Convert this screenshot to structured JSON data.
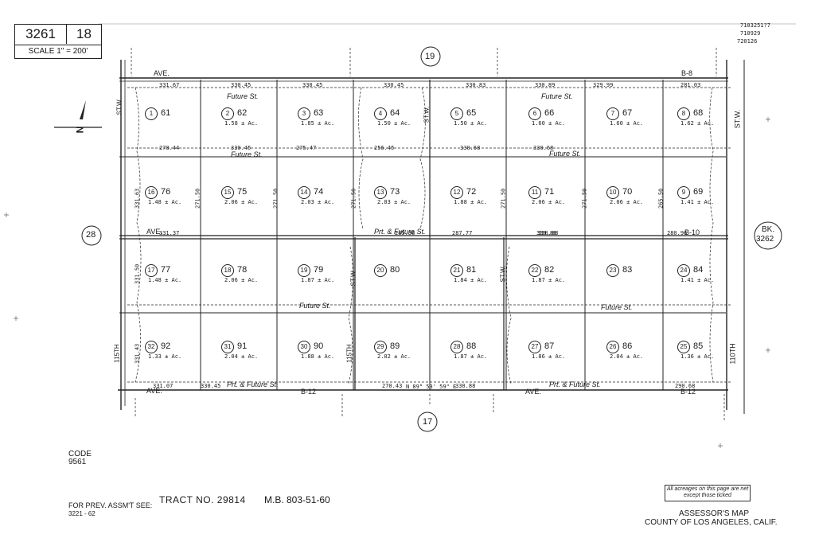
{
  "header": {
    "page_number": "3261",
    "sheet_number": "18",
    "scale": "SCALE 1\" = 200'"
  },
  "corner_notes": [
    "7103251?7",
    "710929",
    "720126"
  ],
  "map_number_top": "19",
  "map_number_bottom": "17",
  "map_number_left": "28",
  "adjacent_book": {
    "line1": "BK.",
    "line2": "3262"
  },
  "streets": {
    "ave_b8": "B-8",
    "ave_b10": "B-10",
    "ave_b12": "B-12",
    "ave_word": "AVE.",
    "st_w": "ST.W.",
    "st_115th": "115TH",
    "st_110th": "110TH",
    "future_st": "Future St.",
    "prt_future": "Prt. & Future St."
  },
  "parcels": [
    {
      "row": 0,
      "col": 0,
      "num": "61",
      "lot": "1",
      "area": ""
    },
    {
      "row": 0,
      "col": 1,
      "num": "62",
      "lot": "2",
      "area": "1.58 ± Ac."
    },
    {
      "row": 0,
      "col": 2,
      "num": "63",
      "lot": "3",
      "area": "1.85 ± Ac."
    },
    {
      "row": 0,
      "col": 3,
      "num": "64",
      "lot": "4",
      "area": "1.50 ± Ac."
    },
    {
      "row": 0,
      "col": 4,
      "num": "65",
      "lot": "5",
      "area": "1.50 ± Ac."
    },
    {
      "row": 0,
      "col": 5,
      "num": "66",
      "lot": "6",
      "area": "1.60 ± Ac."
    },
    {
      "row": 0,
      "col": 6,
      "num": "67",
      "lot": "7",
      "area": "1.60 ± Ac."
    },
    {
      "row": 0,
      "col": 7,
      "num": "68",
      "lot": "8",
      "area": "1.62 ± Ac."
    },
    {
      "row": 1,
      "col": 0,
      "num": "76",
      "lot": "16",
      "area": "1.48 ± Ac."
    },
    {
      "row": 1,
      "col": 1,
      "num": "75",
      "lot": "15",
      "area": "2.06 ± Ac."
    },
    {
      "row": 1,
      "col": 2,
      "num": "74",
      "lot": "14",
      "area": "2.03 ± Ac."
    },
    {
      "row": 1,
      "col": 3,
      "num": "73",
      "lot": "13",
      "area": "2.03 ± Ac."
    },
    {
      "row": 1,
      "col": 4,
      "num": "72",
      "lot": "12",
      "area": "1.88 ± Ac."
    },
    {
      "row": 1,
      "col": 5,
      "num": "71",
      "lot": "11",
      "area": "2.06 ± Ac."
    },
    {
      "row": 1,
      "col": 6,
      "num": "70",
      "lot": "10",
      "area": "2.06 ± Ac."
    },
    {
      "row": 1,
      "col": 7,
      "num": "69",
      "lot": "9",
      "area": "1.41 ± Ac."
    },
    {
      "row": 2,
      "col": 0,
      "num": "77",
      "lot": "17",
      "area": "1.48 ± Ac."
    },
    {
      "row": 2,
      "col": 1,
      "num": "78",
      "lot": "18",
      "area": "2.06 ± Ac."
    },
    {
      "row": 2,
      "col": 2,
      "num": "79",
      "lot": "19",
      "area": "1.87 ± Ac."
    },
    {
      "row": 2,
      "col": 3,
      "num": "80",
      "lot": "20",
      "area": ""
    },
    {
      "row": 2,
      "col": 4,
      "num": "81",
      "lot": "21",
      "area": "1.84 ± Ac."
    },
    {
      "row": 2,
      "col": 5,
      "num": "82",
      "lot": "22",
      "area": "1.87 ± Ac."
    },
    {
      "row": 2,
      "col": 6,
      "num": "83",
      "lot": "23",
      "area": ""
    },
    {
      "row": 2,
      "col": 7,
      "num": "84",
      "lot": "24",
      "area": "1.41 ± Ac."
    },
    {
      "row": 3,
      "col": 0,
      "num": "92",
      "lot": "32",
      "area": "1.33 ± Ac."
    },
    {
      "row": 3,
      "col": 1,
      "num": "91",
      "lot": "31",
      "area": "2.04 ± Ac."
    },
    {
      "row": 3,
      "col": 2,
      "num": "90",
      "lot": "30",
      "area": "1.88 ± Ac."
    },
    {
      "row": 3,
      "col": 3,
      "num": "89",
      "lot": "29",
      "area": "2.02 ± Ac."
    },
    {
      "row": 3,
      "col": 4,
      "num": "88",
      "lot": "28",
      "area": "1.87 ± Ac."
    },
    {
      "row": 3,
      "col": 5,
      "num": "87",
      "lot": "27",
      "area": "1.86 ± Ac."
    },
    {
      "row": 3,
      "col": 6,
      "num": "86",
      "lot": "26",
      "area": "2.04 ± Ac."
    },
    {
      "row": 3,
      "col": 7,
      "num": "85",
      "lot": "25",
      "area": "1.36 ± Ac."
    }
  ],
  "dimensions": {
    "top_edge": [
      "331.67",
      "330.45",
      "330.45",
      "330.45",
      "330.83",
      "330.89",
      "329.99",
      "281.03"
    ],
    "row1_bottom": [
      "278.44",
      "330.45",
      "275.47",
      "256.45",
      "330.68",
      "330.68"
    ],
    "b10_edge": [
      "331.37",
      "330.88",
      "285.36",
      "287.77",
      "330.88",
      "280.96"
    ],
    "b12_edge": [
      "331.07",
      "330.45",
      "270.43",
      "330.88",
      "290.68"
    ],
    "bearing": "N 89° 53' 59\" E",
    "side_west": [
      "331.63",
      "331.50",
      "331.43"
    ],
    "side_inner": [
      "271.50",
      "271.50",
      "271.50",
      "271.50",
      "271.50",
      "265.50"
    ]
  },
  "code": {
    "label": "CODE",
    "value": "9561"
  },
  "tract": {
    "label": "TRACT NO. 29814",
    "mb": "M.B. 803-51-60"
  },
  "prev_assmt": {
    "label": "FOR PREV. ASSM'T SEE:",
    "value": "3221 - 62"
  },
  "acreage_note": "All acreages on this page are net except those ticked",
  "footer": {
    "title": "ASSESSOR'S MAP",
    "county": "COUNTY OF LOS ANGELES, CALIF."
  },
  "north_arrow": "N"
}
